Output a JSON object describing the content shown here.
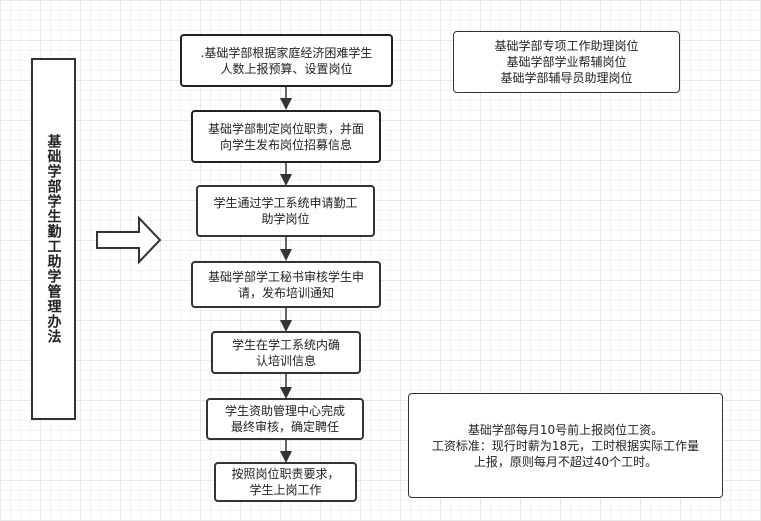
{
  "title": "基础学部学生勤工助学管理办法",
  "steps": [
    ".基础学部根据家庭经济困难学生\n人数上报预算、设置岗位",
    "基础学部制定岗位职责，并面\n向学生发布岗位招募信息",
    "学生通过学工系统申请勤工\n助学岗位",
    "基础学部学工秘书审核学生申\n请，发布培训通知",
    "学生在学工系统内确\n认培训信息",
    "学生资助管理中心完成\n最终审核，确定聘任",
    "按照岗位职责要求，\n学生上岗工作"
  ],
  "positions_note": "基础学部专项工作助理岗位\n基础学部学业帮辅岗位\n基础学部辅导员助理岗位",
  "wage_note": "基础学部每月10号前上报岗位工资。\n工资标准：现行时薪为18元，工时根据实际工作量\n上报，原则每月不超过40个工时。"
}
